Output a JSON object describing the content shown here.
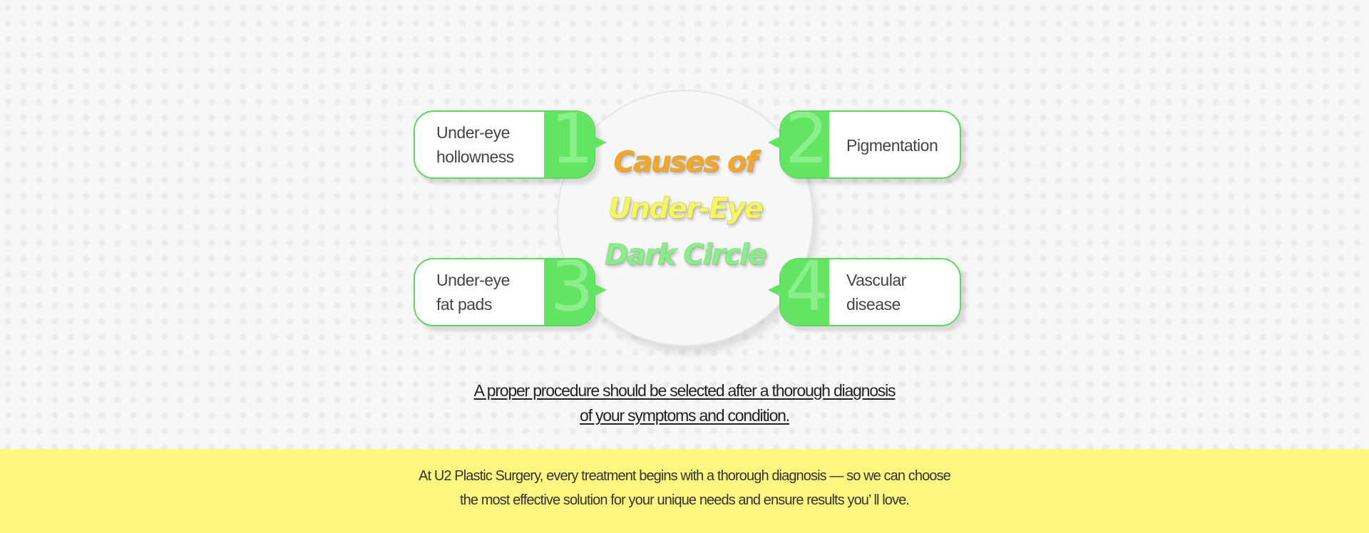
{
  "title": {
    "line1": "Causes of",
    "line2": "Under-Eye",
    "line3": "Dark Circle",
    "colors": {
      "line1": "#f5a623",
      "line2": "#f7f75a",
      "line3": "#86f086"
    }
  },
  "causes": [
    {
      "number": "1",
      "label": "Under-eye\nhollowness"
    },
    {
      "number": "2",
      "label": "Pigmentation"
    },
    {
      "number": "3",
      "label": "Under-eye\nfat pads"
    },
    {
      "number": "4",
      "label": "Vascular\ndisease"
    }
  ],
  "note": {
    "line1": "A proper procedure should be selected after a thorough diagnosis",
    "line2": "of your symptoms and condition."
  },
  "footer": {
    "line1": "At U2 Plastic Surgery, every treatment begins with a thorough diagnosis — so we can choose",
    "line2": "the most effective solution for your unique needs and ensure results you’ ll love."
  },
  "colors": {
    "accent_green": "#63e563",
    "number_green": "#8bef8b",
    "footer_bg": "#fff780",
    "page_bg": "#f7f7f7"
  }
}
